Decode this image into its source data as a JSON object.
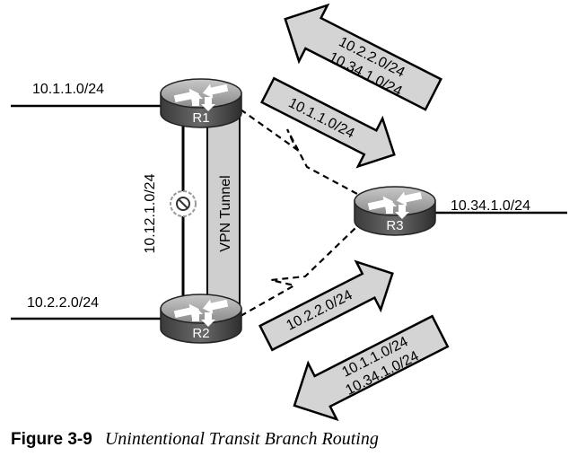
{
  "routers": {
    "r1": "R1",
    "r2": "R2",
    "r3": "R3"
  },
  "networks": {
    "r1_lan": "10.1.1.0/24",
    "r2_lan": "10.2.2.0/24",
    "r3_lan": "10.34.1.0/24",
    "transit_link": "10.12.1.0/24"
  },
  "tunnel_label": "VPN Tunnel",
  "arrows": {
    "to_r1_line1": "10.2.2.0/24",
    "to_r1_line2": "10.34.1.0/24",
    "r1_to_r3": "10.1.1.0/24",
    "r2_to_r3": "10.2.2.0/24",
    "to_r2_line1": "10.1.1.0/24",
    "to_r2_line2": "10.34.1.0/24"
  },
  "caption": {
    "number": "Figure 3-9",
    "title": "Unintentional Transit Branch Routing"
  }
}
